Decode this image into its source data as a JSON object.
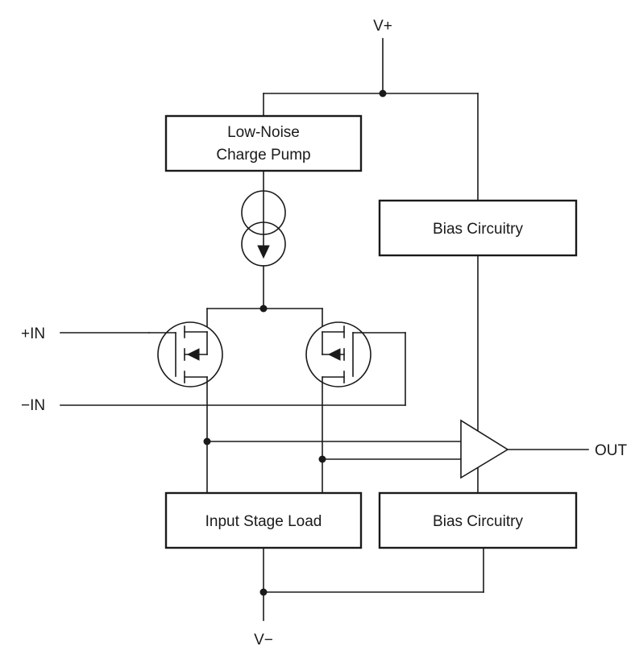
{
  "rails": {
    "positive": "V+",
    "negative": "V−"
  },
  "inputs": {
    "noninverting": "+IN",
    "inverting": "−IN"
  },
  "output": "OUT",
  "blocks": {
    "charge_pump": [
      "Low-Noise",
      "Charge Pump"
    ],
    "bias_top": "Bias Circuitry",
    "bias_bottom": "Bias Circuitry",
    "input_stage_load": "Input Stage Load"
  }
}
